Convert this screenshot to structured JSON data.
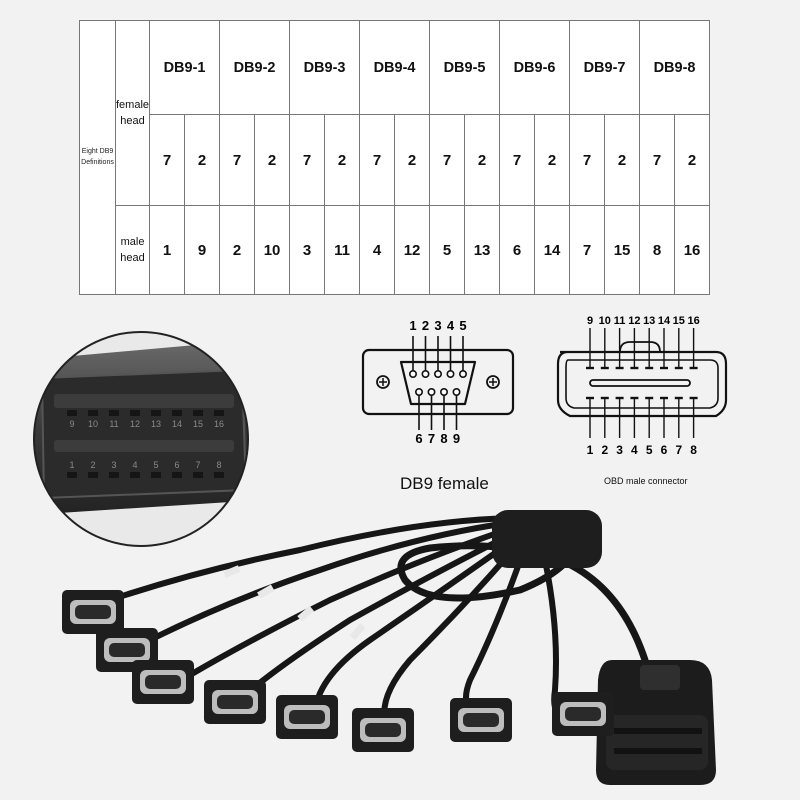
{
  "table": {
    "definition_label": [
      "Eight DB9",
      "Definitions"
    ],
    "female_label": [
      "female",
      "head"
    ],
    "male_label": [
      "male",
      "head"
    ],
    "columns": [
      {
        "name": "DB9-1",
        "female": [
          "7",
          "2"
        ],
        "male": [
          "1",
          "9"
        ]
      },
      {
        "name": "DB9-2",
        "female": [
          "7",
          "2"
        ],
        "male": [
          "2",
          "10"
        ]
      },
      {
        "name": "DB9-3",
        "female": [
          "7",
          "2"
        ],
        "male": [
          "3",
          "11"
        ]
      },
      {
        "name": "DB9-4",
        "female": [
          "7",
          "2"
        ],
        "male": [
          "4",
          "12"
        ]
      },
      {
        "name": "DB9-5",
        "female": [
          "7",
          "2"
        ],
        "male": [
          "5",
          "13"
        ]
      },
      {
        "name": "DB9-6",
        "female": [
          "7",
          "2"
        ],
        "male": [
          "6",
          "14"
        ]
      },
      {
        "name": "DB9-7",
        "female": [
          "7",
          "2"
        ],
        "male": [
          "7",
          "15"
        ]
      },
      {
        "name": "DB9-8",
        "female": [
          "7",
          "2"
        ],
        "male": [
          "8",
          "16"
        ]
      }
    ]
  },
  "db9": {
    "top_pins": [
      "1",
      "2",
      "3",
      "4",
      "5"
    ],
    "bottom_pins": [
      "6",
      "7",
      "8",
      "9"
    ],
    "caption": "DB9 female"
  },
  "obd": {
    "top_pins": [
      "9",
      "10",
      "11",
      "12",
      "13",
      "14",
      "15",
      "16"
    ],
    "bottom_pins": [
      "1",
      "2",
      "3",
      "4",
      "5",
      "6",
      "7",
      "8"
    ],
    "caption": "OBD male connector"
  },
  "closeup": {
    "top_pins": [
      "9",
      "10",
      "11",
      "12",
      "13",
      "14",
      "15",
      "16"
    ],
    "bottom_pins": [
      "1",
      "2",
      "3",
      "4",
      "5",
      "6",
      "7",
      "8"
    ]
  },
  "colors": {
    "cable": "#161616",
    "connector": "#1e1e1e",
    "table_border": "#777777",
    "background": "#f2f2f2"
  }
}
